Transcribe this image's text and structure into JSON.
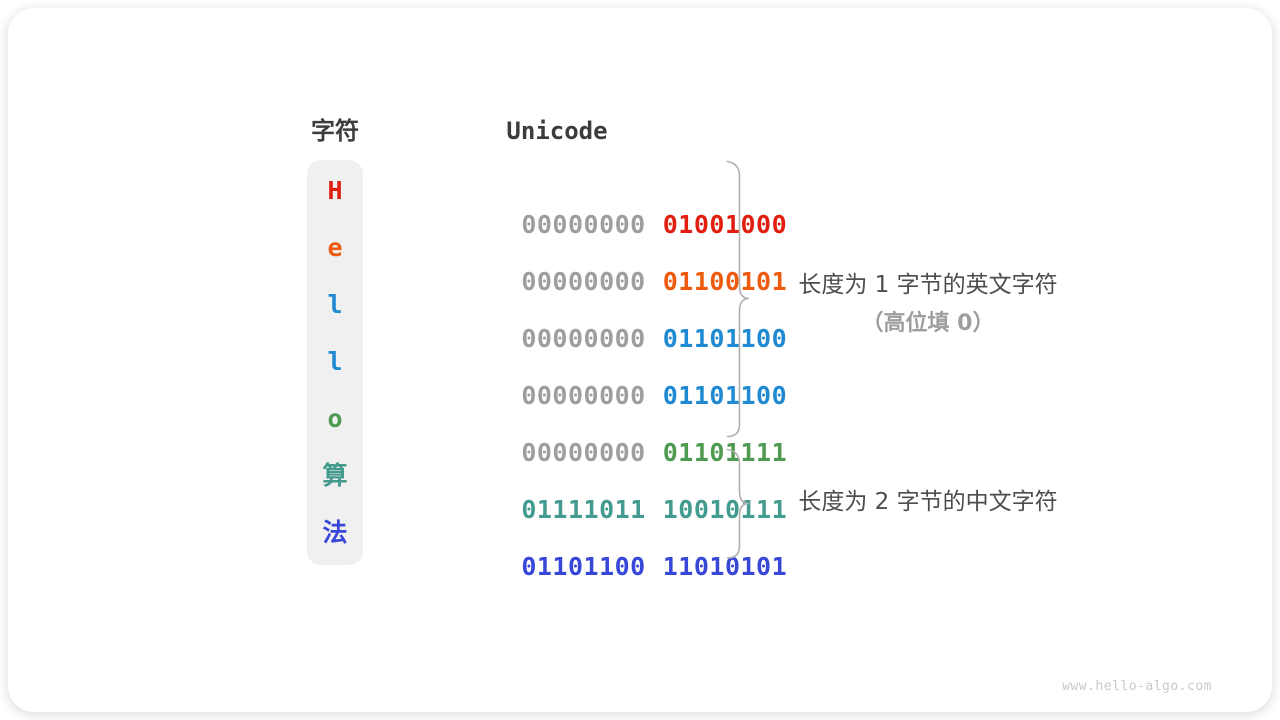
{
  "table": {
    "header_char": "字符",
    "header_unicode": "Unicode",
    "leading_zero_color": "#9e9e9e",
    "rows": [
      {
        "char": "H",
        "byte1": "00000000",
        "byte2": "01001000",
        "color": "#e01f10",
        "byte1_dimmed": true
      },
      {
        "char": "e",
        "byte1": "00000000",
        "byte2": "01100101",
        "color": "#ee5a0e",
        "byte1_dimmed": true
      },
      {
        "char": "l",
        "byte1": "00000000",
        "byte2": "01101100",
        "color": "#1f8ad2",
        "byte1_dimmed": true
      },
      {
        "char": "l",
        "byte1": "00000000",
        "byte2": "01101100",
        "color": "#1f8ad2",
        "byte1_dimmed": true
      },
      {
        "char": "o",
        "byte1": "00000000",
        "byte2": "01101111",
        "color": "#4e9a51",
        "byte1_dimmed": true
      },
      {
        "char": "算",
        "byte1": "01111011",
        "byte2": "10010111",
        "color": "#439a8e",
        "byte1_dimmed": false
      },
      {
        "char": "法",
        "byte1": "01101100",
        "byte2": "11010101",
        "color": "#3747d8",
        "byte1_dimmed": false
      }
    ]
  },
  "annotations": {
    "group1_line1": "长度为 1 字节的英文字符",
    "group1_line2": "（高位填 0）",
    "group2_line1": "长度为 2 字节的中文字符"
  },
  "colors": {
    "brace": "#b0b0b0",
    "strip_background": "#f0f0f0",
    "header_text": "#3c3c3c",
    "annotation_text": "#4d4d4d",
    "annotation_sub_text": "#9e9e9e",
    "watermark_text": "#c9c9c9"
  },
  "footer": {
    "watermark": "www.hello-algo.com"
  }
}
